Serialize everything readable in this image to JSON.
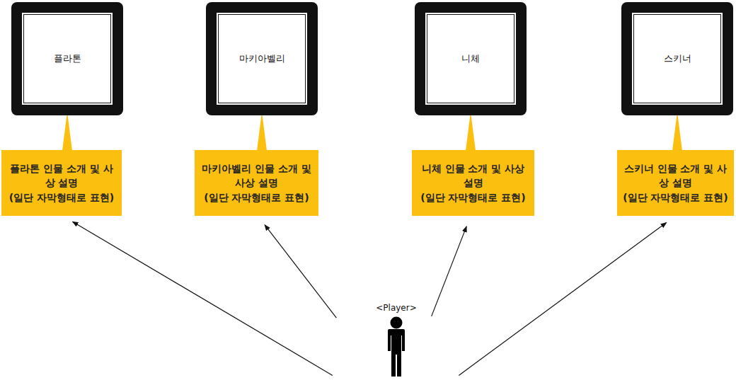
{
  "diagram": {
    "nodes": [
      {
        "text": [
          "플라톤"
        ]
      },
      {
        "text": [
          "마키아벨리"
        ]
      },
      {
        "text": [
          "니체"
        ]
      },
      {
        "text": [
          "스키너"
        ]
      },
      {
        "text": [
          "플라톤 인물 소개 및 사상 설명",
          "(일단 자막형태로 표현)"
        ]
      },
      {
        "text": [
          "마키아벨리 인물 소개 및 사상 설명",
          "(일단 자막형태로 표현)"
        ]
      },
      {
        "text": [
          "니체 인물 소개 및 사상 설명",
          "(일단 자막형태로 표현)"
        ]
      },
      {
        "text": [
          "스키너 인물 소개 및 사상 설명",
          "(일단 자막형태로 표현)"
        ]
      },
      {
        "text": [
          "<Player>"
        ]
      }
    ],
    "edges": [
      {
        "from": 8,
        "to": 4,
        "arrow": "to"
      },
      {
        "from": 8,
        "to": 5,
        "arrow": "to"
      },
      {
        "from": 8,
        "to": 6,
        "arrow": "to"
      },
      {
        "from": 8,
        "to": 7,
        "arrow": "to"
      }
    ]
  }
}
